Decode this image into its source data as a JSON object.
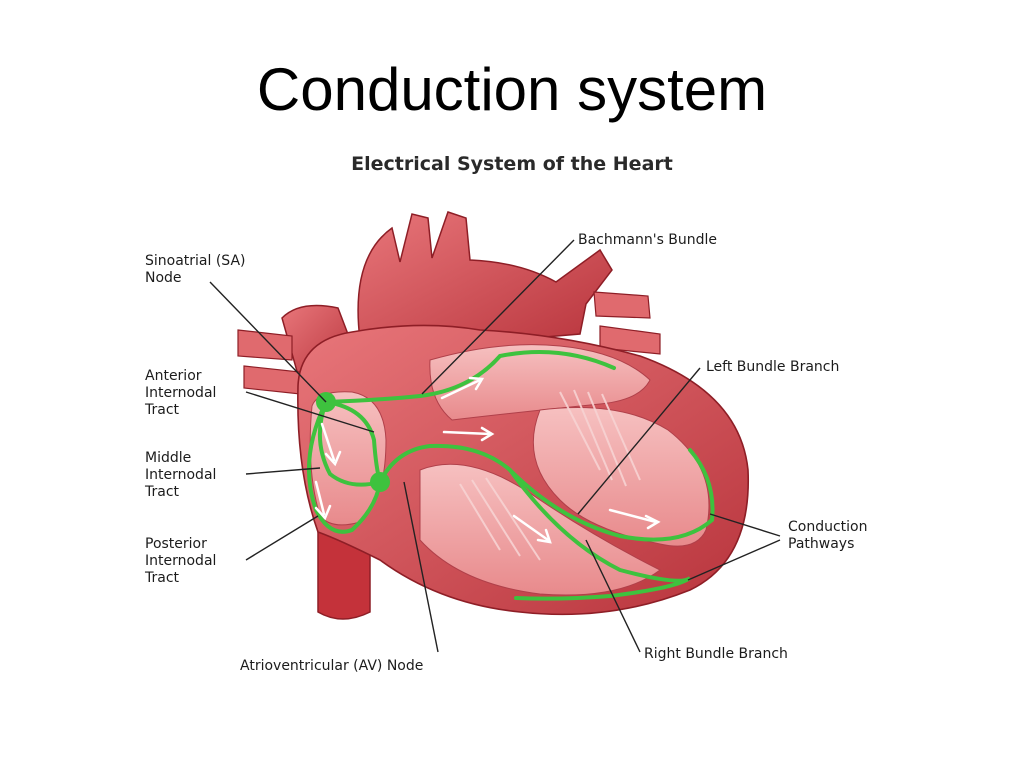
{
  "slide": {
    "title": "Conduction system"
  },
  "diagram": {
    "title": "Electrical System of the Heart",
    "labels": {
      "sa_node": "Sinoatrial (SA)\nNode",
      "anterior_tract": "Anterior\nInternodal\nTract",
      "middle_tract": "Middle\nInternodal\nTract",
      "posterior_tract": "Posterior\nInternodal\nTract",
      "av_node": "Atrioventricular (AV) Node",
      "bachmanns_bundle": "Bachmann's Bundle",
      "left_bundle_branch": "Left Bundle Branch",
      "conduction_pathways": "Conduction\nPathways",
      "right_bundle_branch": "Right Bundle Branch"
    },
    "colors": {
      "heart_muscle": "#d9545a",
      "heart_interior": "#f2a7a8",
      "conduction_pathway": "#3ec23e",
      "arrow": "#ffffff",
      "leader_line": "#222222"
    }
  }
}
